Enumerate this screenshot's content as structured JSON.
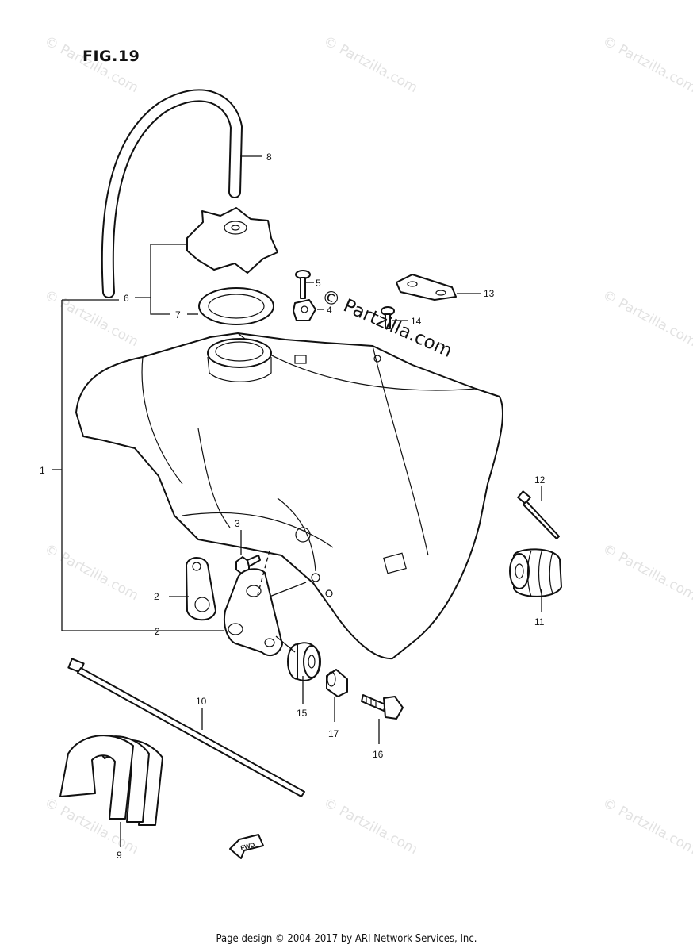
{
  "figure": {
    "title": "FIG.19"
  },
  "footer": {
    "text": "Page design © 2004-2017 by ARI Network Services, Inc."
  },
  "watermark": {
    "text": "© Partzilla.com"
  },
  "callouts": {
    "c1": "1",
    "c2a": "2",
    "c2b": "2",
    "c3": "3",
    "c4": "4",
    "c5": "5",
    "c6": "6",
    "c7": "7",
    "c8": "8",
    "c9": "9",
    "c10": "10",
    "c11": "11",
    "c12": "12",
    "c13": "13",
    "c14": "14",
    "c15": "15",
    "c16": "16",
    "c17": "17"
  },
  "fwd_label": "FWD"
}
